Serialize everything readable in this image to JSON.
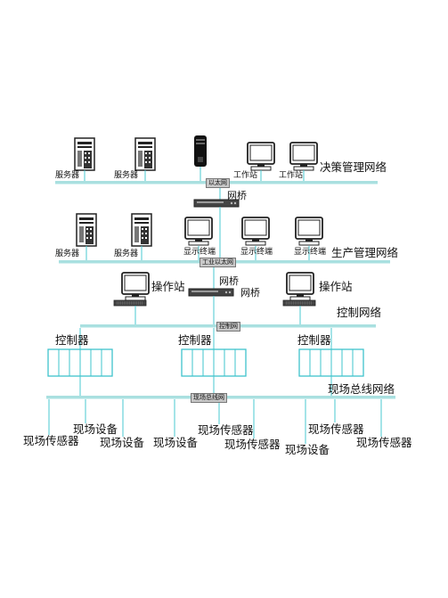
{
  "levels": {
    "decision": {
      "title": "决策管理网络",
      "bus_label": "以太网",
      "servers": [
        "服务器",
        "服务器"
      ],
      "workstations": [
        "工作站",
        "工作站"
      ]
    },
    "bridge1": {
      "label": "网桥"
    },
    "production": {
      "title": "生产管理网络",
      "bus_label": "工业以太网",
      "servers": [
        "服务器",
        "服务器"
      ],
      "terminals": [
        "显示终端",
        "显示终端",
        "显示终端"
      ]
    },
    "control": {
      "bridge_top": "网桥",
      "bridge_side": "网桥",
      "operator_stations": [
        "操作站",
        "操作站"
      ],
      "title": "控制网络",
      "bus_label": "控制网"
    },
    "controllers": [
      "控制器",
      "控制器",
      "控制器"
    ],
    "fieldbus": {
      "title": "现场总线网络",
      "bus_label": "现场总线网"
    },
    "field_labels": {
      "l1": "现场传感器",
      "l2": "现场设备",
      "l3": "现场设备",
      "l4": "现场设备",
      "l5": "现场传感器",
      "l6": "现场传感器",
      "l7": "现场设备",
      "l8": "现场传感器",
      "l9": "现场传感器"
    }
  },
  "colors": {
    "bus": "#a9e0e0",
    "link": "#49c9d2",
    "controller_border": "#3fc4cc",
    "device_dark": "#222222"
  }
}
